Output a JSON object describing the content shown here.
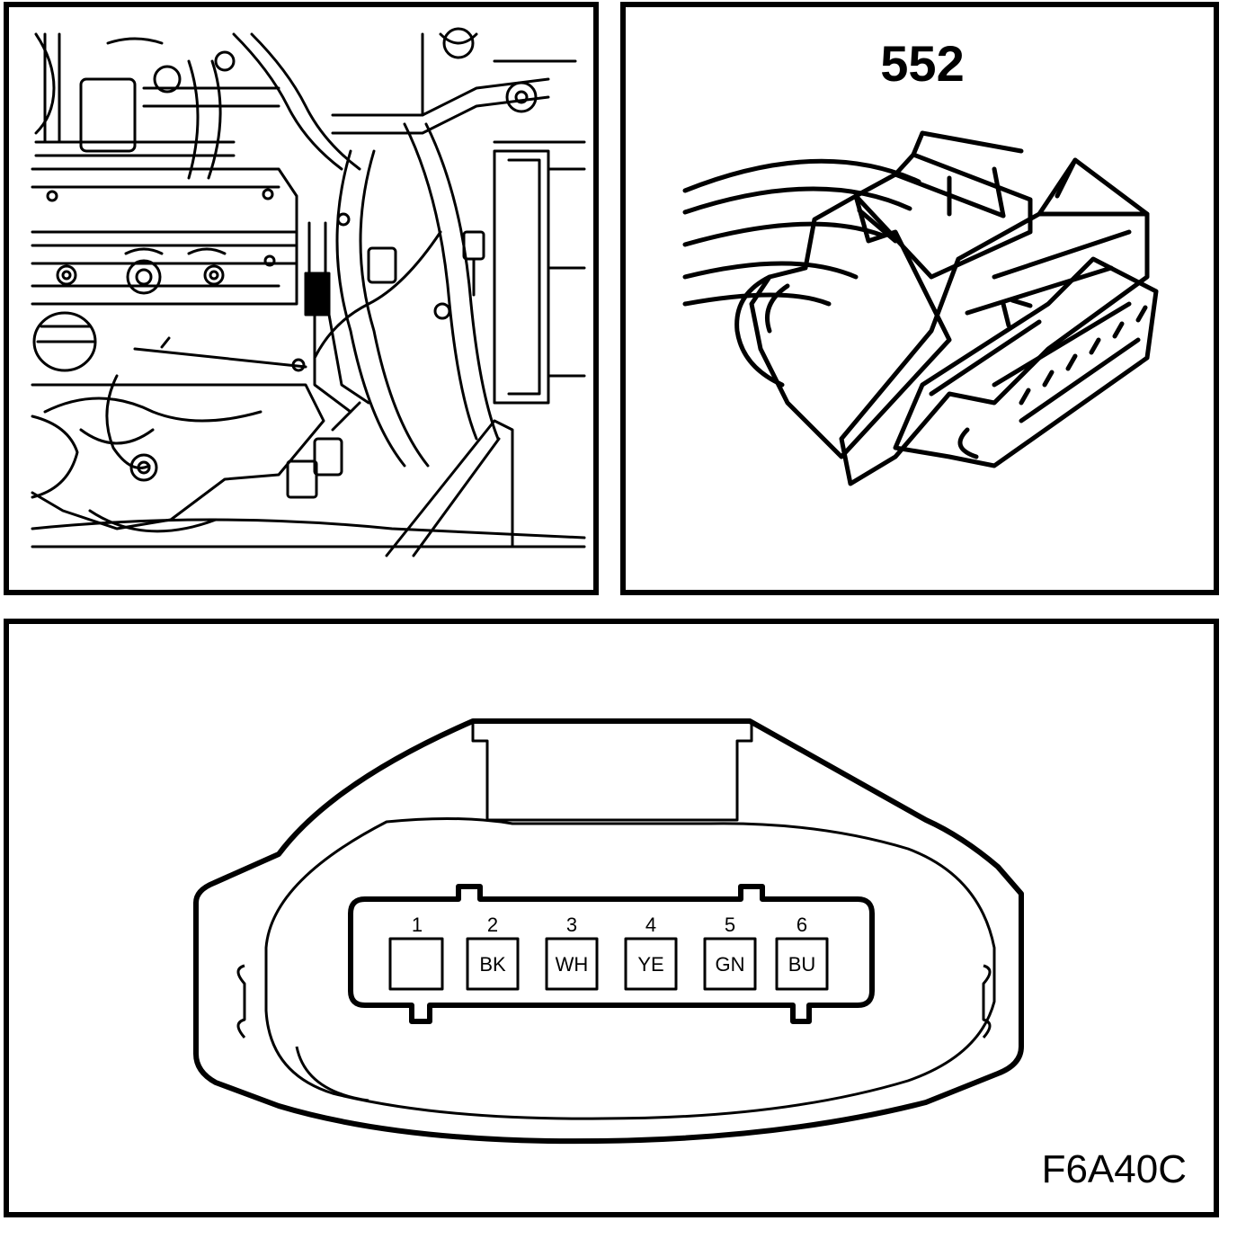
{
  "engine_view": {},
  "connector_view": {
    "part_number": "552"
  },
  "pin_face": {
    "pins": [
      {
        "number": "1",
        "color": ""
      },
      {
        "number": "2",
        "color": "BK"
      },
      {
        "number": "3",
        "color": "WH"
      },
      {
        "number": "4",
        "color": "YE"
      },
      {
        "number": "5",
        "color": "GN"
      },
      {
        "number": "6",
        "color": "BU"
      }
    ]
  },
  "figure_code": "F6A40C"
}
